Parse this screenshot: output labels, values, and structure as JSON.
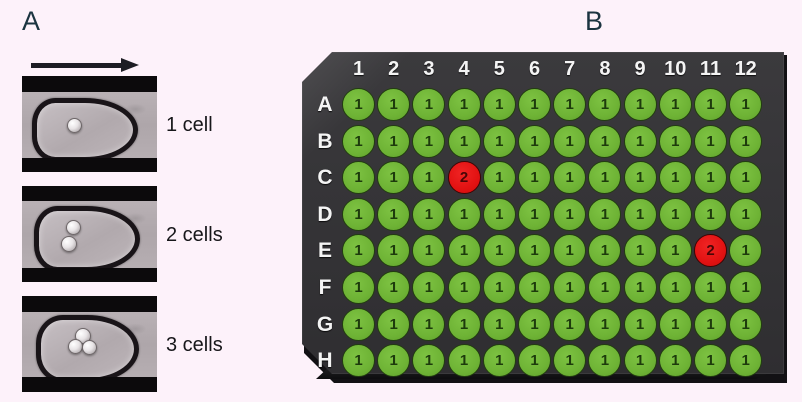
{
  "figure": {
    "background_color": "#fdf2fa",
    "panels": [
      {
        "id": "A",
        "letter": "A",
        "letter_color": "#1b3440"
      },
      {
        "id": "B",
        "letter": "B",
        "letter_color": "#1b3440"
      }
    ]
  },
  "panel_a": {
    "title_letter": "A",
    "flow_arrow": {
      "icon": "right-arrow-icon",
      "direction": "right",
      "color": "#1d1d24"
    },
    "micrographs": [
      {
        "label": "1 cell",
        "cell_count": 1,
        "caption": "1 cell"
      },
      {
        "label": "2 cells",
        "cell_count": 2,
        "caption": "2 cells"
      },
      {
        "label": "3 cells",
        "cell_count": 3,
        "caption": "3 cells"
      }
    ]
  },
  "panel_b": {
    "title_letter": "B",
    "plate": {
      "type": "96-well-microplate",
      "rows": 8,
      "columns": 12,
      "body_color": "#363538",
      "column_headers": [
        "1",
        "2",
        "3",
        "4",
        "5",
        "6",
        "7",
        "8",
        "9",
        "10",
        "11",
        "12"
      ],
      "row_headers": [
        "A",
        "B",
        "C",
        "D",
        "E",
        "F",
        "G",
        "H"
      ],
      "well_colors": {
        "green": "#6eb335",
        "red": "#e21212"
      },
      "legend": {
        "green_meaning": "1",
        "red_meaning": "2"
      },
      "wells": {
        "A": [
          {
            "value": "1",
            "color": "green"
          },
          {
            "value": "1",
            "color": "green"
          },
          {
            "value": "1",
            "color": "green"
          },
          {
            "value": "1",
            "color": "green"
          },
          {
            "value": "1",
            "color": "green"
          },
          {
            "value": "1",
            "color": "green"
          },
          {
            "value": "1",
            "color": "green"
          },
          {
            "value": "1",
            "color": "green"
          },
          {
            "value": "1",
            "color": "green"
          },
          {
            "value": "1",
            "color": "green"
          },
          {
            "value": "1",
            "color": "green"
          },
          {
            "value": "1",
            "color": "green"
          }
        ],
        "B": [
          {
            "value": "1",
            "color": "green"
          },
          {
            "value": "1",
            "color": "green"
          },
          {
            "value": "1",
            "color": "green"
          },
          {
            "value": "1",
            "color": "green"
          },
          {
            "value": "1",
            "color": "green"
          },
          {
            "value": "1",
            "color": "green"
          },
          {
            "value": "1",
            "color": "green"
          },
          {
            "value": "1",
            "color": "green"
          },
          {
            "value": "1",
            "color": "green"
          },
          {
            "value": "1",
            "color": "green"
          },
          {
            "value": "1",
            "color": "green"
          },
          {
            "value": "1",
            "color": "green"
          }
        ],
        "C": [
          {
            "value": "1",
            "color": "green"
          },
          {
            "value": "1",
            "color": "green"
          },
          {
            "value": "1",
            "color": "green"
          },
          {
            "value": "2",
            "color": "red"
          },
          {
            "value": "1",
            "color": "green"
          },
          {
            "value": "1",
            "color": "green"
          },
          {
            "value": "1",
            "color": "green"
          },
          {
            "value": "1",
            "color": "green"
          },
          {
            "value": "1",
            "color": "green"
          },
          {
            "value": "1",
            "color": "green"
          },
          {
            "value": "1",
            "color": "green"
          },
          {
            "value": "1",
            "color": "green"
          }
        ],
        "D": [
          {
            "value": "1",
            "color": "green"
          },
          {
            "value": "1",
            "color": "green"
          },
          {
            "value": "1",
            "color": "green"
          },
          {
            "value": "1",
            "color": "green"
          },
          {
            "value": "1",
            "color": "green"
          },
          {
            "value": "1",
            "color": "green"
          },
          {
            "value": "1",
            "color": "green"
          },
          {
            "value": "1",
            "color": "green"
          },
          {
            "value": "1",
            "color": "green"
          },
          {
            "value": "1",
            "color": "green"
          },
          {
            "value": "1",
            "color": "green"
          },
          {
            "value": "1",
            "color": "green"
          }
        ],
        "E": [
          {
            "value": "1",
            "color": "green"
          },
          {
            "value": "1",
            "color": "green"
          },
          {
            "value": "1",
            "color": "green"
          },
          {
            "value": "1",
            "color": "green"
          },
          {
            "value": "1",
            "color": "green"
          },
          {
            "value": "1",
            "color": "green"
          },
          {
            "value": "1",
            "color": "green"
          },
          {
            "value": "1",
            "color": "green"
          },
          {
            "value": "1",
            "color": "green"
          },
          {
            "value": "1",
            "color": "green"
          },
          {
            "value": "2",
            "color": "red"
          },
          {
            "value": "1",
            "color": "green"
          }
        ],
        "F": [
          {
            "value": "1",
            "color": "green"
          },
          {
            "value": "1",
            "color": "green"
          },
          {
            "value": "1",
            "color": "green"
          },
          {
            "value": "1",
            "color": "green"
          },
          {
            "value": "1",
            "color": "green"
          },
          {
            "value": "1",
            "color": "green"
          },
          {
            "value": "1",
            "color": "green"
          },
          {
            "value": "1",
            "color": "green"
          },
          {
            "value": "1",
            "color": "green"
          },
          {
            "value": "1",
            "color": "green"
          },
          {
            "value": "1",
            "color": "green"
          },
          {
            "value": "1",
            "color": "green"
          }
        ],
        "G": [
          {
            "value": "1",
            "color": "green"
          },
          {
            "value": "1",
            "color": "green"
          },
          {
            "value": "1",
            "color": "green"
          },
          {
            "value": "1",
            "color": "green"
          },
          {
            "value": "1",
            "color": "green"
          },
          {
            "value": "1",
            "color": "green"
          },
          {
            "value": "1",
            "color": "green"
          },
          {
            "value": "1",
            "color": "green"
          },
          {
            "value": "1",
            "color": "green"
          },
          {
            "value": "1",
            "color": "green"
          },
          {
            "value": "1",
            "color": "green"
          },
          {
            "value": "1",
            "color": "green"
          }
        ],
        "H": [
          {
            "value": "1",
            "color": "green"
          },
          {
            "value": "1",
            "color": "green"
          },
          {
            "value": "1",
            "color": "green"
          },
          {
            "value": "1",
            "color": "green"
          },
          {
            "value": "1",
            "color": "green"
          },
          {
            "value": "1",
            "color": "green"
          },
          {
            "value": "1",
            "color": "green"
          },
          {
            "value": "1",
            "color": "green"
          },
          {
            "value": "1",
            "color": "green"
          },
          {
            "value": "1",
            "color": "green"
          },
          {
            "value": "1",
            "color": "green"
          },
          {
            "value": "1",
            "color": "green"
          }
        ]
      }
    }
  }
}
